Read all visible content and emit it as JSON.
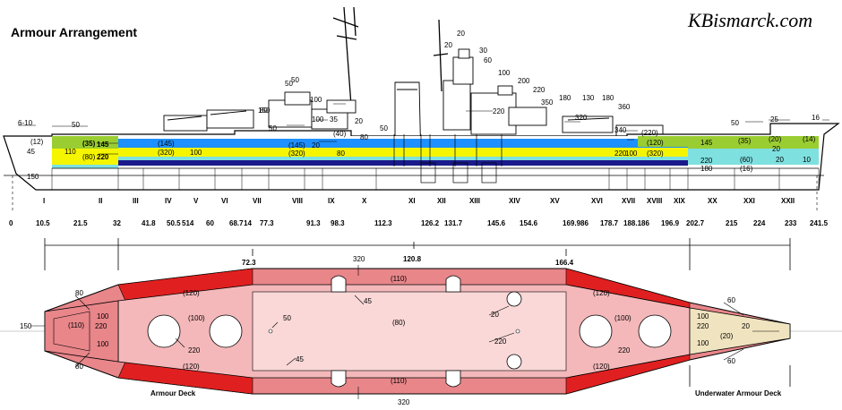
{
  "title": "Armour Arrangement",
  "brand": "KBismarck.com",
  "colors": {
    "belt_green": "#9ACD32",
    "belt_blue": "#1E90FF",
    "belt_yellow": "#F5F500",
    "belt_navy": "#1A1A8C",
    "belt_cyan": "#7FE0E0",
    "deck_outer": "#E8868A",
    "deck_red": "#E02020",
    "deck_inner": "#F4B8BA",
    "deck_center": "#FAD8D8",
    "deck_end": "#F0E4C0"
  },
  "profile_labels": [
    "6-10",
    "50",
    "(12)",
    "45",
    "110",
    "(80)",
    "150",
    "(35)",
    "145",
    "220",
    "(145)",
    "(320)",
    "100",
    "50",
    "100",
    "150",
    "50",
    "35",
    "100",
    "20",
    "50",
    "(40)",
    "80",
    "(145)",
    "20",
    "(320)",
    "80",
    "50",
    "20",
    "30",
    "60",
    "20",
    "100",
    "200",
    "220",
    "350",
    "220",
    "180",
    "130",
    "180",
    "360",
    "320",
    "340",
    "(120)",
    "(320)",
    "220",
    "100",
    "(220)",
    "50",
    "145",
    "(35)",
    "220",
    "(60)",
    "180",
    "(16)",
    "25",
    "(20)",
    "20",
    "20",
    "16",
    "(14)",
    "10",
    "80"
  ],
  "compartments": [
    "I",
    "II",
    "III",
    "IV",
    "V",
    "VI",
    "VII",
    "VIII",
    "IX",
    "X",
    "XI",
    "XII",
    "XIII",
    "XIV",
    "XV",
    "XVI",
    "XVII",
    "XVIII",
    "XIX",
    "XX",
    "XXI",
    "XXII"
  ],
  "frames": [
    "0",
    "10.5",
    "21.5",
    "32",
    "41.8",
    "50.5",
    "514",
    "60",
    "68.7",
    "14",
    "77.3",
    "91.3",
    "98.3",
    "112.3",
    "126.2",
    "131.7",
    "145.6",
    "154.6",
    "169.986",
    "178.7",
    "188.186",
    "196.9",
    "202.7",
    "215",
    "224",
    "233",
    "241.5"
  ],
  "dims": [
    "72.3",
    "120.8",
    "166.4"
  ],
  "deck_labels": [
    "80",
    "150",
    "(110)",
    "100",
    "220",
    "100",
    "80",
    "(120)",
    "(120)",
    "(100)",
    "220",
    "50",
    "320",
    "(110)",
    "45",
    "(80)",
    "20",
    "220",
    "45",
    "(110)",
    "320",
    "(120)",
    "(120)",
    "(100)",
    "220",
    "60",
    "100",
    "220",
    "(20)",
    "20",
    "100",
    "60"
  ],
  "captions": {
    "armour_deck": "Armour Deck",
    "underwater_deck": "Underwater Armour Deck"
  }
}
